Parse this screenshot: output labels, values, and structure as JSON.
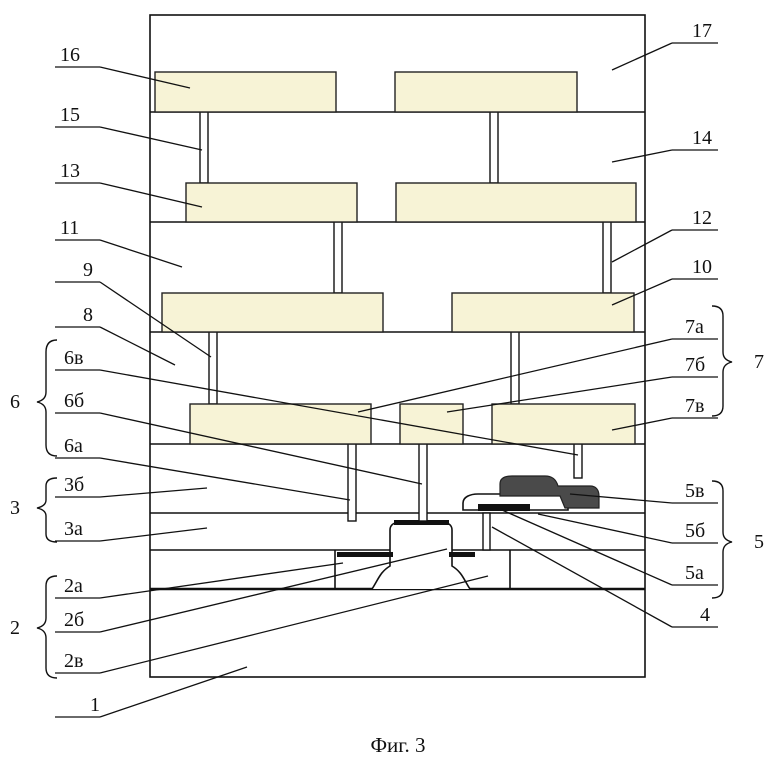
{
  "figure": {
    "caption": "Фиг. 3",
    "colors": {
      "line": "#111111",
      "pad_fill": "#f7f3d6",
      "contact_fill": "#ffffff",
      "dark_layer": "#4a4a4a",
      "black_layer": "#111111",
      "background": "#ffffff"
    },
    "labels": {
      "l1": "1",
      "l2": "2",
      "l2a": "2а",
      "l2b": "2б",
      "l2v": "2в",
      "l3": "3",
      "l3a": "3а",
      "l3b": "3б",
      "l4": "4",
      "l5": "5",
      "l5a": "5а",
      "l5b": "5б",
      "l5v": "5в",
      "l6": "6",
      "l6a": "6а",
      "l6b": "6б",
      "l6v": "6в",
      "l7": "7",
      "l7a": "7а",
      "l7b": "7б",
      "l7v": "7в",
      "l8": "8",
      "l9": "9",
      "l10": "10",
      "l11": "11",
      "l12": "12",
      "l13": "13",
      "l14": "14",
      "l15": "15",
      "l16": "16",
      "l17": "17"
    }
  }
}
